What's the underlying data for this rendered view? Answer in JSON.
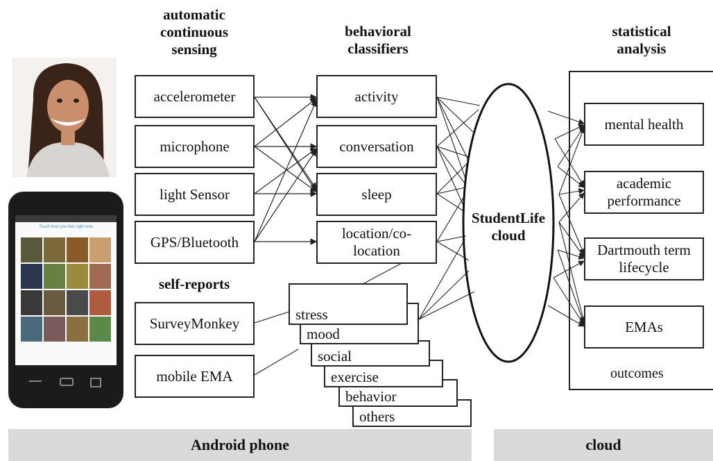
{
  "headings": {
    "sensing": [
      "automatic",
      "continuous",
      "sensing"
    ],
    "classifiers": [
      "behavioral",
      "classifiers"
    ],
    "analysis": [
      "statistical",
      "analysis"
    ],
    "self_reports": "self-reports"
  },
  "sensors": [
    "accelerometer",
    "microphone",
    "light Sensor",
    "GPS/Bluetooth"
  ],
  "reports": [
    "SurveyMonkey",
    "mobile EMA"
  ],
  "classifiers": [
    "activity",
    "conversation",
    "sleep",
    "location/co-location"
  ],
  "ema_cards": [
    "stress",
    "mood",
    "social",
    "exercise",
    "behavior",
    "others"
  ],
  "cloud": {
    "label": "StudentLife cloud"
  },
  "analysis_items": [
    "mental health",
    "academic performance",
    "Dartmouth term lifecycle",
    "EMAs"
  ],
  "outcomes_label": "outcomes",
  "footer": {
    "left": "Android phone",
    "right": "cloud"
  },
  "phone_screen": {
    "caption": "Touch how you feel right now"
  },
  "colors": {
    "footer_bg": "#d9d9d9",
    "stroke": "#222222"
  }
}
